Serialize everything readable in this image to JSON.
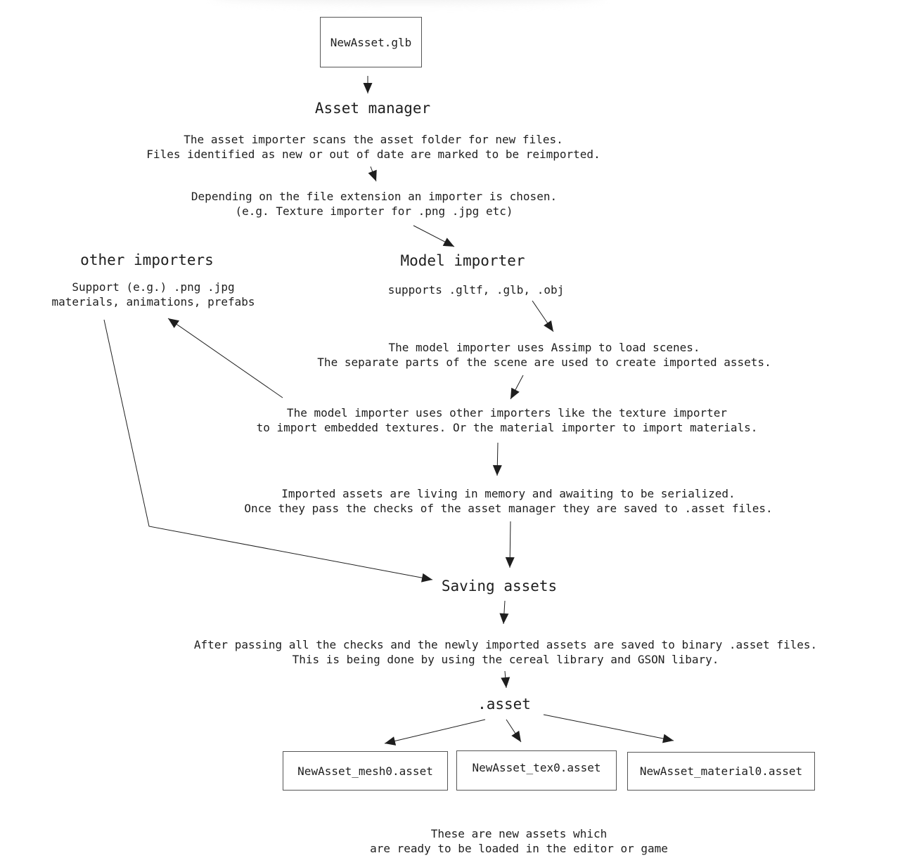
{
  "input_file": "NewAsset.glb",
  "asset_manager": {
    "title": "Asset manager",
    "scan_line1": "The asset importer scans the asset folder for new files.",
    "scan_line2": "Files identified as new or out of date are marked to be reimported.",
    "choose_line1": "Depending on the file extension an importer is chosen.",
    "choose_line2": "(e.g. Texture importer for .png .jpg etc)"
  },
  "other_importers": {
    "title": "other importers",
    "line1": "Support (e.g.) .png .jpg",
    "line2": "materials, animations, prefabs"
  },
  "model_importer": {
    "title": "Model importer",
    "supports": "supports .gltf, .glb, .obj",
    "assimp_line1": "The model importer uses Assimp to load scenes.",
    "assimp_line2": "The separate parts of the scene are used to create imported assets.",
    "uses_line1": "The model importer uses other importers like the texture importer",
    "uses_line2": "to import embedded textures. Or the material importer to import materials.",
    "memory_line1": "Imported assets are living in memory and awaiting to be serialized.",
    "memory_line2": "Once they pass the checks of the asset manager they are saved to .asset files."
  },
  "saving": {
    "title": "Saving assets",
    "line1": "After passing all the checks and the newly imported assets are saved to binary .asset files.",
    "line2": "This is being done by using the cereal library and GSON libary."
  },
  "asset": {
    "title": ".asset",
    "outputs": [
      "NewAsset_mesh0.asset",
      "NewAsset_tex0.asset",
      "NewAsset_material0.asset"
    ]
  },
  "footer": {
    "line1": "These are new assets which",
    "line2": "are ready to be loaded in the editor or game"
  }
}
